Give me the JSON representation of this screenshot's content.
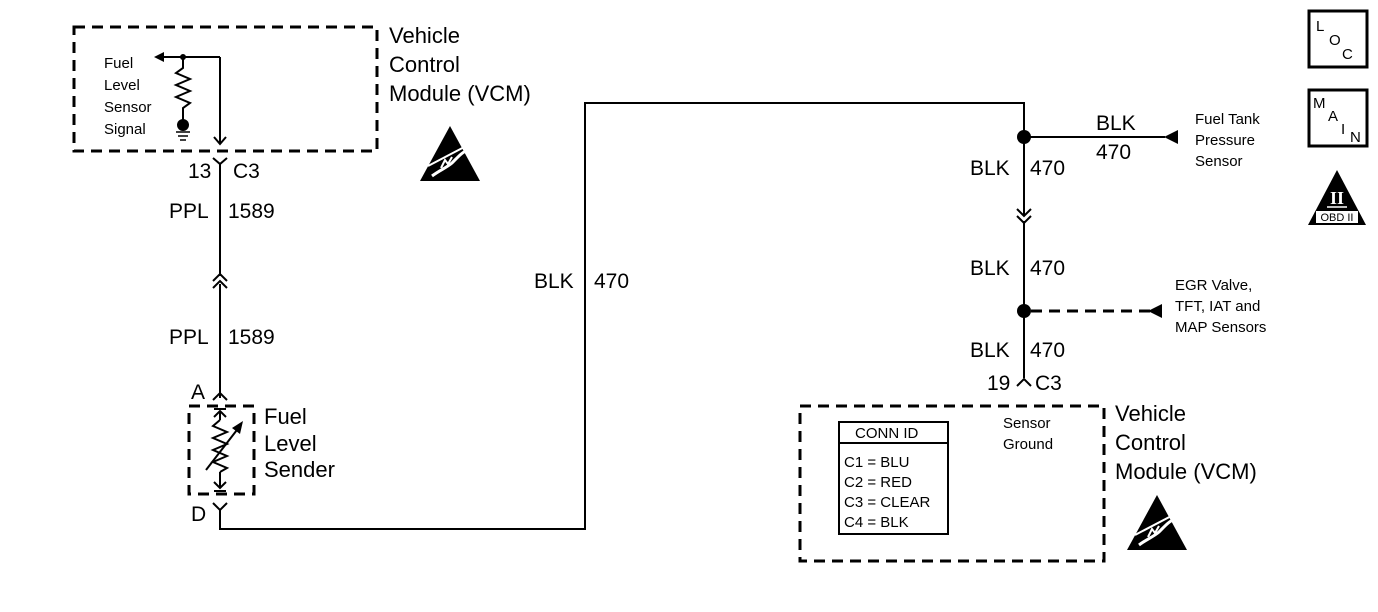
{
  "vcm_top": {
    "title_lines": [
      "Vehicle",
      "Control",
      "Module (VCM)"
    ],
    "signal_lines": [
      "Fuel",
      "Level",
      "Sensor",
      "Signal"
    ],
    "pin": "13",
    "connector": "C3"
  },
  "wire_ppl": {
    "color": "PPL",
    "circuit": "1589"
  },
  "sender": {
    "title_lines": [
      "Fuel",
      "Level",
      "Sender"
    ],
    "pin_top": "A",
    "pin_bottom": "D"
  },
  "wire_blk_left": {
    "color": "BLK",
    "circuit": "470"
  },
  "wire_blk_right": {
    "color": "BLK",
    "circuit": "470"
  },
  "fuel_tank": {
    "label_lines": [
      "Fuel Tank",
      "Pressure",
      "Sensor"
    ],
    "wire_color": "BLK",
    "wire_circuit": "470"
  },
  "egr": {
    "label_lines": [
      "EGR Valve,",
      "TFT, IAT and",
      "MAP Sensors"
    ]
  },
  "vcm_bottom": {
    "pin": "19",
    "connector": "C3",
    "ground_lines": [
      "Sensor",
      "Ground"
    ],
    "title_lines": [
      "Vehicle",
      "Control",
      "Module (VCM)"
    ]
  },
  "conn_id": {
    "title": "CONN ID",
    "rows": [
      "C1 = BLU",
      "C2 = RED",
      "C3 = CLEAR",
      "C4 = BLK"
    ]
  },
  "icons": {
    "loc": [
      "L",
      "O",
      "C"
    ],
    "main": [
      "M",
      "A",
      "I",
      "N"
    ],
    "obd_mark": "II",
    "obd_label": "OBD II"
  }
}
